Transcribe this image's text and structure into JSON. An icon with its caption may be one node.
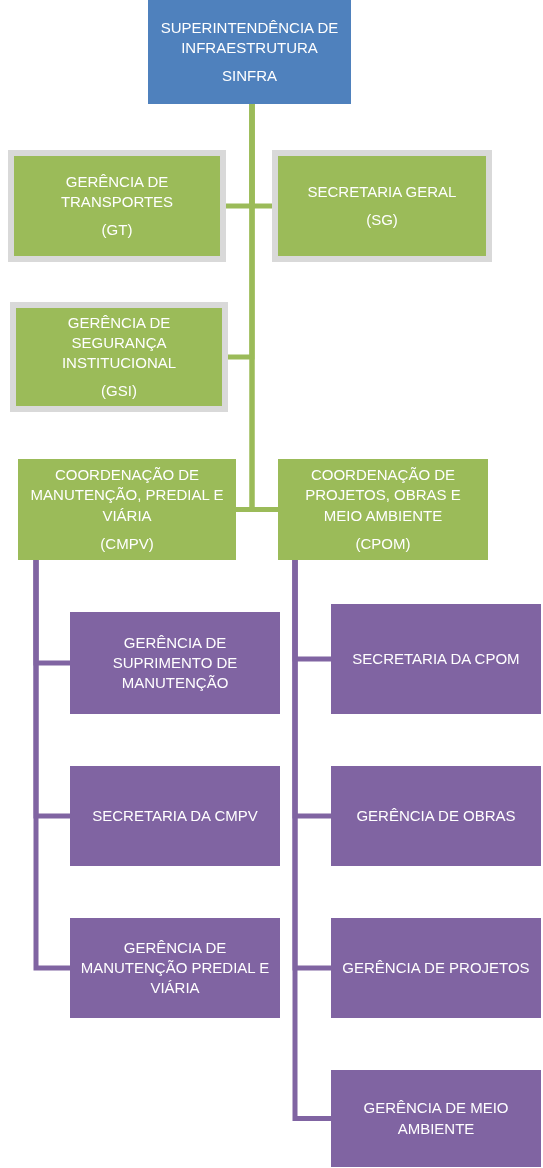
{
  "diagram": {
    "nodes": [
      {
        "text": [
          "SUPERINTENDÊNCIA DE INFRAESTRUTURA",
          "SINFRA"
        ]
      },
      {
        "text": [
          "GERÊNCIA DE TRANSPORTES",
          "(GT)"
        ]
      },
      {
        "text": [
          "SECRETARIA GERAL",
          "(SG)"
        ]
      },
      {
        "text": [
          "GERÊNCIA DE SEGURANÇA INSTITUCIONAL",
          "(GSI)"
        ]
      },
      {
        "text": [
          "COORDENAÇÃO DE MANUTENÇÃO, PREDIAL E VIÁRIA",
          "(CMPV)"
        ]
      },
      {
        "text": [
          "COORDENAÇÃO DE PROJETOS, OBRAS E MEIO AMBIENTE",
          "(CPOM)"
        ]
      },
      {
        "text": [
          "GERÊNCIA DE SUPRIMENTO DE MANUTENÇÃO"
        ]
      },
      {
        "text": [
          "SECRETARIA DA CMPV"
        ]
      },
      {
        "text": [
          "GERÊNCIA DE MANUTENÇÃO PREDIAL E VIÁRIA"
        ]
      },
      {
        "text": [
          "SECRETARIA DA CPOM"
        ]
      },
      {
        "text": [
          "GERÊNCIA DE OBRAS"
        ]
      },
      {
        "text": [
          "GERÊNCIA DE PROJETOS"
        ]
      },
      {
        "text": [
          "GERÊNCIA DE MEIO AMBIENTE"
        ]
      }
    ],
    "edges": [
      {
        "from": 0,
        "to": 1,
        "arrow": "none",
        "color": "#9bbb59"
      },
      {
        "from": 0,
        "to": 2,
        "arrow": "none",
        "color": "#9bbb59"
      },
      {
        "from": 0,
        "to": 3,
        "arrow": "none",
        "color": "#9bbb59"
      },
      {
        "from": 0,
        "to": 4,
        "arrow": "none",
        "color": "#9bbb59"
      },
      {
        "from": 0,
        "to": 5,
        "arrow": "none",
        "color": "#9bbb59"
      },
      {
        "from": 4,
        "to": 6,
        "arrow": "none"
      },
      {
        "from": 4,
        "to": 7,
        "arrow": "none"
      },
      {
        "from": 4,
        "to": 8,
        "arrow": "none"
      },
      {
        "from": 5,
        "to": 9,
        "arrow": "none"
      },
      {
        "from": 5,
        "to": 10,
        "arrow": "none"
      },
      {
        "from": 5,
        "to": 11,
        "arrow": "none"
      },
      {
        "from": 5,
        "to": 12,
        "arrow": "none"
      }
    ]
  }
}
